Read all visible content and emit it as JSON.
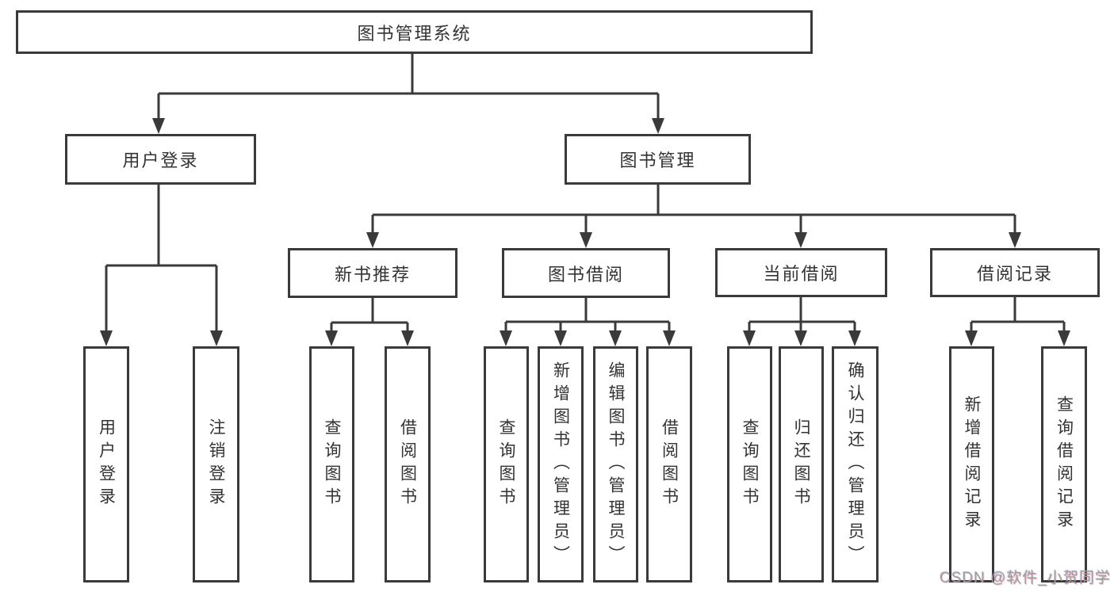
{
  "tree": {
    "root": {
      "label": "图书管理系统",
      "children": [
        {
          "label": "用户登录",
          "children": [
            {
              "label": "用户登录"
            },
            {
              "label": "注销登录"
            }
          ]
        },
        {
          "label": "图书管理",
          "children": [
            {
              "label": "新书推荐",
              "children": [
                {
                  "label": "查询图书"
                },
                {
                  "label": "借阅图书"
                }
              ]
            },
            {
              "label": "图书借阅",
              "children": [
                {
                  "label": "查询图书"
                },
                {
                  "label": "新增图书（管理员）"
                },
                {
                  "label": "编辑图书（管理员）"
                },
                {
                  "label": "借阅图书"
                }
              ]
            },
            {
              "label": "当前借阅",
              "children": [
                {
                  "label": "查询图书"
                },
                {
                  "label": "归还图书"
                },
                {
                  "label": "确认归还（管理员）"
                }
              ]
            },
            {
              "label": "借阅记录",
              "children": [
                {
                  "label": "新增借阅记录"
                },
                {
                  "label": "查询借阅记录"
                }
              ]
            }
          ]
        }
      ]
    }
  },
  "watermark": "CSDN @软件_小贺同学",
  "colors": {
    "line": "#3a3a3a",
    "text": "#333333",
    "watermark": "#9c9c9c"
  }
}
